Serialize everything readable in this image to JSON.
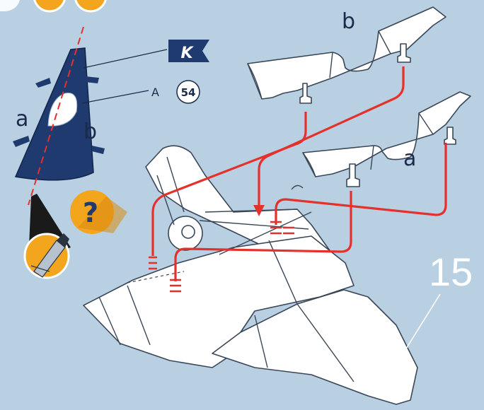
{
  "step_number": "15",
  "flag_letter": "K",
  "paint_ref": {
    "letter": "A",
    "number": "54"
  },
  "help_symbol": "?",
  "labels": {
    "part_a_small": "a",
    "part_b_small": "b",
    "part_a_large": "a",
    "part_b_large": "b"
  },
  "colors": {
    "background": "#b9d0e3",
    "canopy_blue": "#1e3a6e",
    "guide_red": "#e4312b",
    "badge_orange": "#f3a51e",
    "help_yellow": "#f3a51e"
  },
  "icons": [
    "flag-k-icon",
    "paint-badge-icon",
    "help-question-icon",
    "hobby-knife-icon",
    "red-arrow-icon"
  ]
}
